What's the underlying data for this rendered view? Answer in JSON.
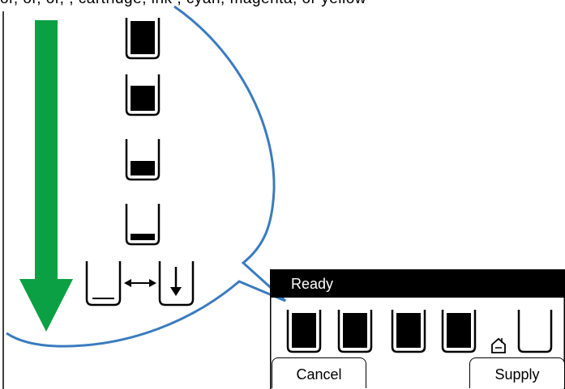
{
  "caption": {
    "text": "or, or, or, , cartridge, ink , cyan, magenta, or yellow"
  },
  "legend": {
    "levels": [
      1.0,
      0.75,
      0.45,
      0.2,
      0.0
    ],
    "arrow_color": "#0aa043",
    "bubble_color": "#3a7bbf",
    "bottom_icon": "replace-cartridge-icon"
  },
  "panel": {
    "status": "Ready",
    "cartridges": [
      {
        "name": "cartridge-1",
        "level": 1.0
      },
      {
        "name": "cartridge-2",
        "level": 1.0
      },
      {
        "name": "cartridge-3",
        "level": 1.0
      },
      {
        "name": "cartridge-4",
        "level": 1.0
      },
      {
        "name": "cartridge-5",
        "level": 0.0
      }
    ],
    "waste_icon": "waste-ink-icon",
    "buttons": {
      "cancel": "Cancel",
      "supply": "Supply"
    }
  }
}
